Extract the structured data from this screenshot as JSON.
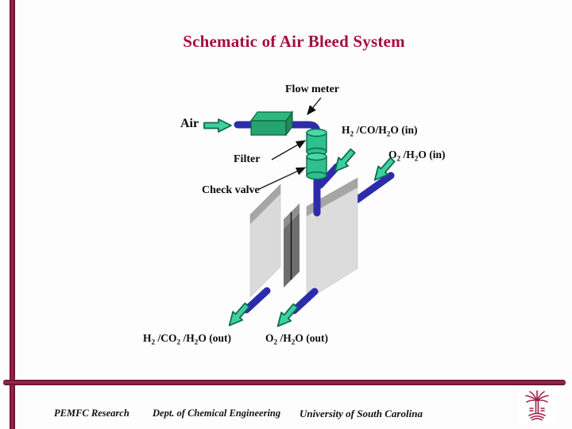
{
  "title": "Schematic of Air Bleed System",
  "diagram": {
    "labels": {
      "flow_meter": "Flow meter",
      "air": "Air",
      "filter": "Filter",
      "check_valve": "Check valve"
    },
    "streams": {
      "anode_in": {
        "p1": "H",
        "s1": "2",
        "p2": " /CO/H",
        "s2": "2",
        "p3": "O (in)"
      },
      "cathode_in": {
        "p1": "O",
        "s1": "2",
        "p2": " /H",
        "s2": "2",
        "p3": "O (in)"
      },
      "anode_out": {
        "p1": "H",
        "s1": "2",
        "p2": " /CO",
        "s2": "2",
        "p3": " /H",
        "s3": "2",
        "p4": "O (out)"
      },
      "cathode_out": {
        "p1": "O",
        "s1": "2",
        "p2": " /H",
        "s2": "2",
        "p3": "O (out)"
      }
    },
    "components": [
      "air-supply-pipe",
      "flow-meter",
      "filter",
      "check-valve",
      "fuel-cell-stack",
      "anode-inlet",
      "cathode-inlet",
      "anode-outlet",
      "cathode-outlet"
    ]
  },
  "footer": {
    "left": "PEMFC Research",
    "center": "Dept. of Chemical Engineering",
    "right": "University of South Carolina"
  },
  "colors": {
    "garnet_accent": "#8b1a3d",
    "title_text": "#a50d40",
    "pipe_blue": "#2c2cab",
    "component_green": "#2ec08f",
    "arrow_green": "#3ecfa0",
    "plate_light_gray": "#dadada",
    "plate_top_gray": "#a6a6a6",
    "mea_dark_gray": "#6e6e6e"
  }
}
